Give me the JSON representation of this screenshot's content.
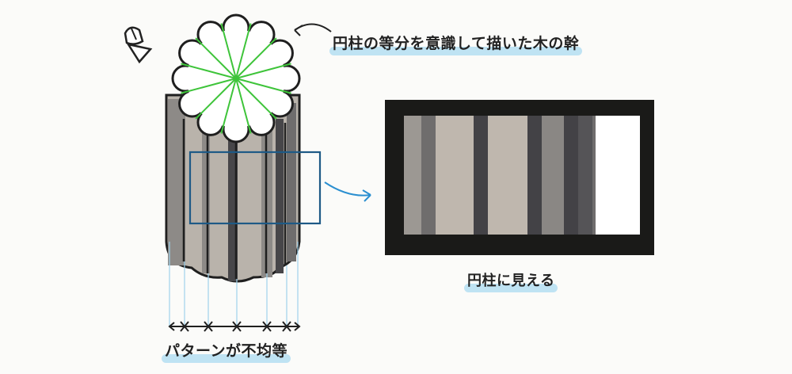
{
  "annotations": {
    "cylinder_caption": "円柱の等分を意識して描いた木の幹",
    "looks_like_caption": "円柱に見える",
    "pattern_caption": "パターンが不均等"
  },
  "colors": {
    "ink": "#1f1f1f",
    "trunk_light": "#b9b3ab",
    "trunk_mid": "#8d8a87",
    "trunk_dark": "#474649",
    "green": "#3ec43a",
    "blue_frame": "#1e5a86",
    "arrow_blue": "#2b8fd0",
    "highlight": "#bfe3f3"
  }
}
